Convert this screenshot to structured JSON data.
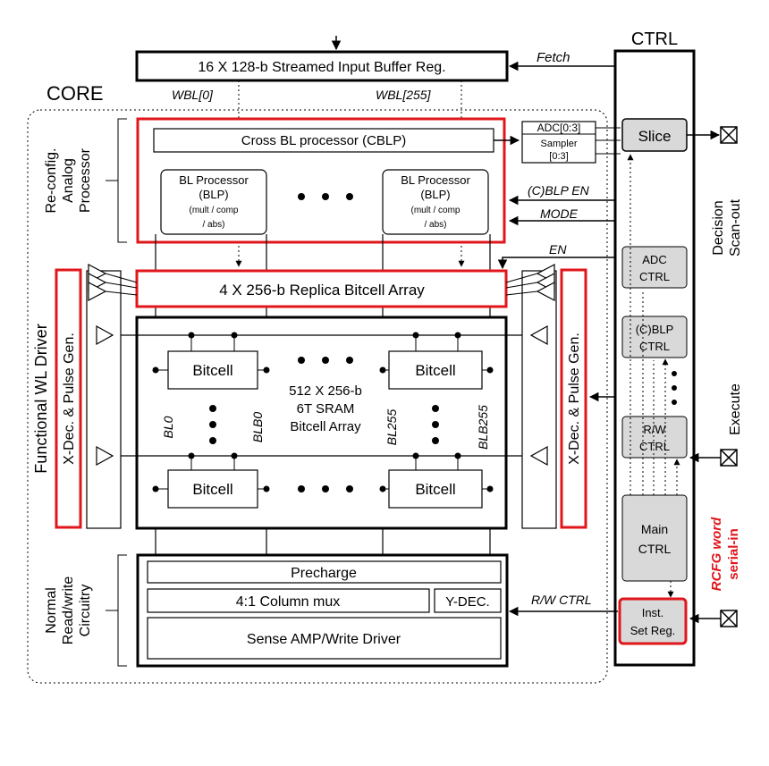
{
  "ctrl": {
    "title": "CTRL",
    "slice": "Slice",
    "adc_ctrl": [
      "ADC",
      "CTRL"
    ],
    "cblp_ctrl": [
      "(C)BLP",
      "CTRL"
    ],
    "rw_ctrl": [
      "R/W",
      "CTRL"
    ],
    "main_ctrl": [
      "Main",
      "CTRL"
    ],
    "inst_set_reg": [
      "Inst.",
      "Set Reg."
    ]
  },
  "core_label": "CORE",
  "input_buffer": "16 X 128-b Streamed Input Buffer Reg.",
  "signals": {
    "fetch": "Fetch",
    "wbl_0": "WBL[0]",
    "wbl_255": "WBL[255]",
    "cblp_en": "(C)BLP EN",
    "mode": "MODE",
    "en": "EN",
    "rw_ctrl": "R/W CTRL"
  },
  "adc": {
    "adc": "ADC[0:3]",
    "sampler": "Sampler",
    "sampler_idx": "[0:3]"
  },
  "outputs": {
    "decision": [
      "Decision",
      "Scan-out"
    ],
    "execute": "Execute",
    "rcfg": [
      "RCFG word",
      "serial-in"
    ]
  },
  "side_labels": {
    "analog": [
      "Re-config.",
      "Analog",
      "Processor"
    ],
    "wl_driver": "Functional WL Driver",
    "xdec": "X-Dec. & Pulse Gen.",
    "rw": [
      "Normal",
      "Read/write",
      "Circuitry"
    ]
  },
  "analog": {
    "cblp": "Cross BL processor (CBLP)",
    "blp_title": "BL Processor",
    "blp_abbr": "(BLP)",
    "blp_ops": [
      "(mult / comp",
      "/ abs)"
    ]
  },
  "replica": "4 X 256-b Replica Bitcell Array",
  "sram": {
    "bitcell": "Bitcell",
    "array": [
      "512 X 256-b",
      "6T SRAM",
      "Bitcell Array"
    ],
    "bl0": "BL0",
    "blb0": "BLB0",
    "bl255": "BL255",
    "blb255": "BLB255"
  },
  "rw_blocks": {
    "precharge": "Precharge",
    "colmux": "4:1 Column mux",
    "ydec": "Y-DEC.",
    "sense": "Sense AMP/Write Driver"
  },
  "colors": {
    "highlight": "#e0161b",
    "block_fill": "#d9d9d9",
    "line": "#000000"
  }
}
